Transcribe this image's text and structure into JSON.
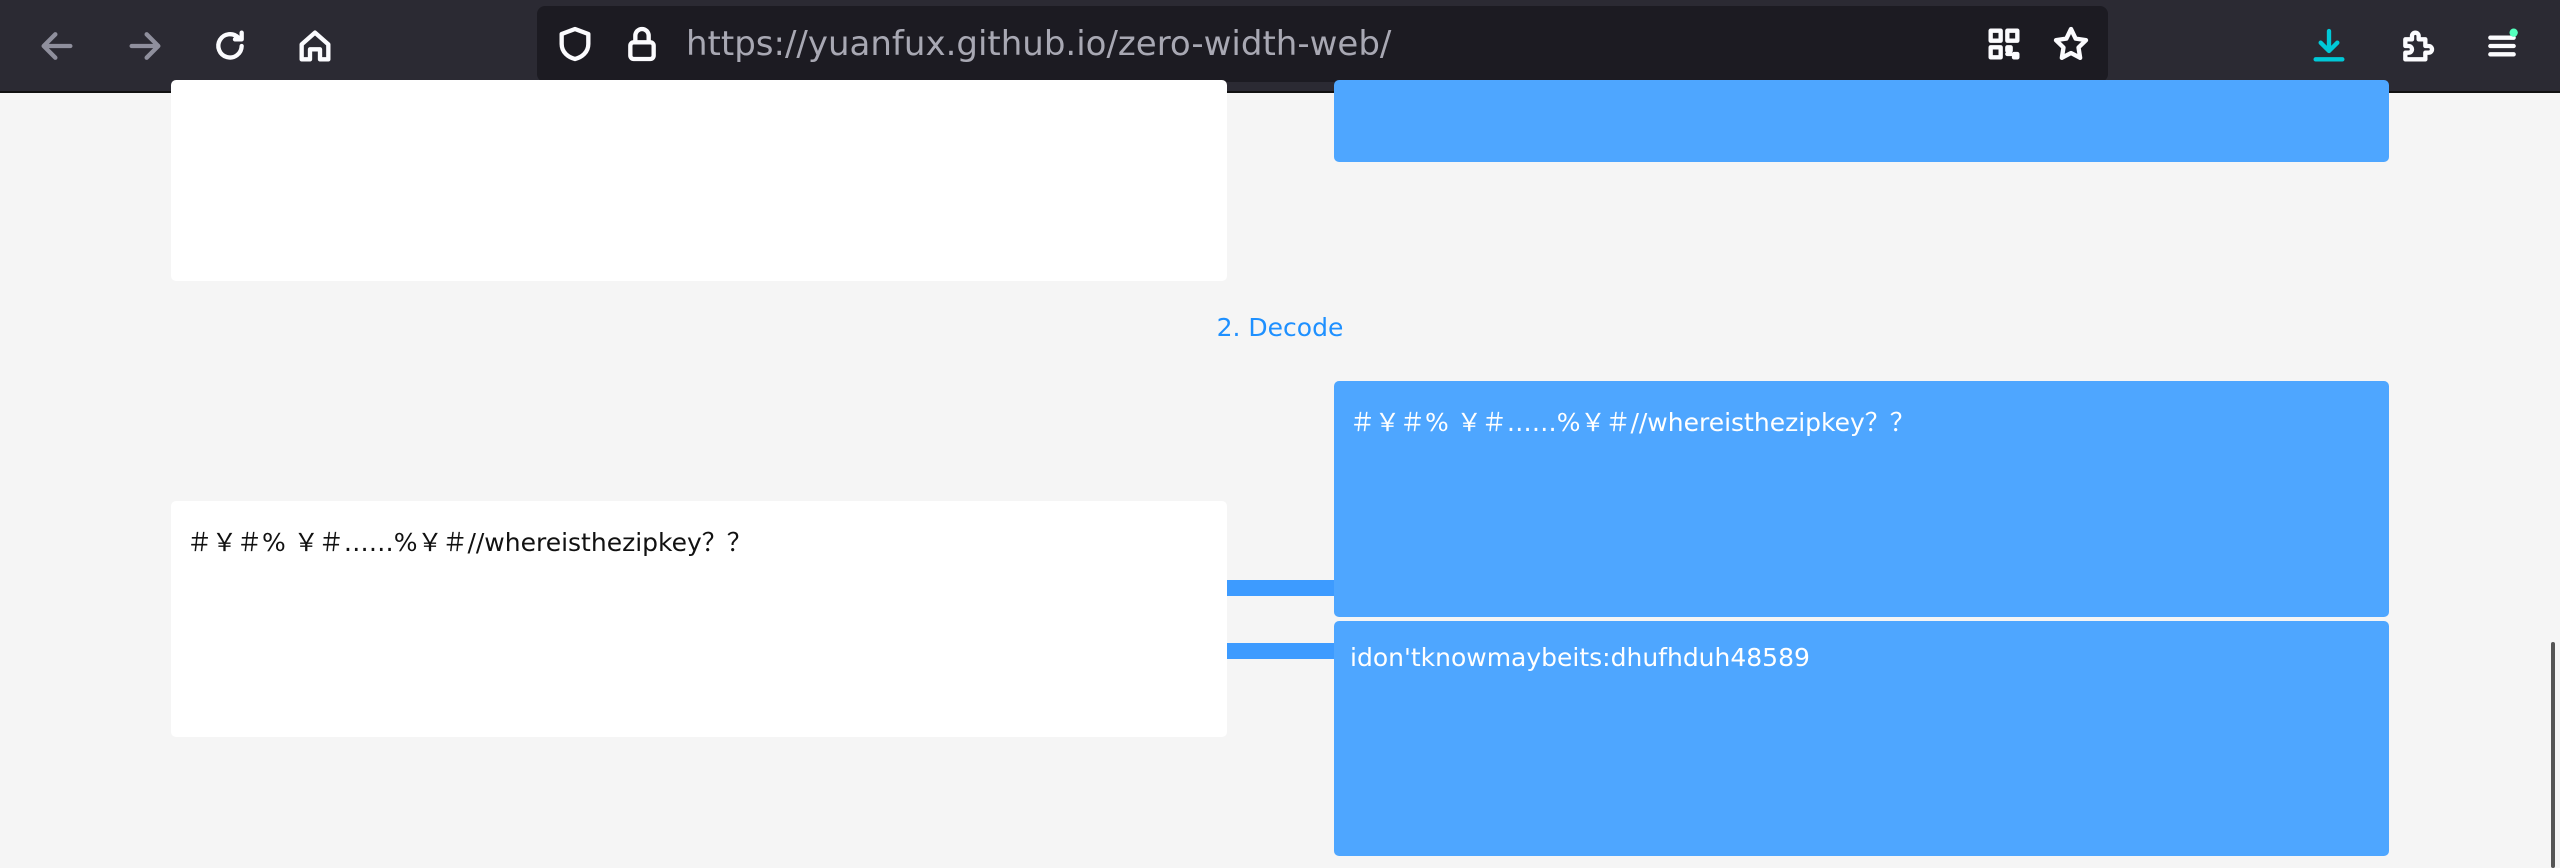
{
  "browser": {
    "url_host": "https://yuanfux.github.io",
    "url_path": "/zero-width-web/",
    "accent": "#00c8d7"
  },
  "section": {
    "title": "2. Decode"
  },
  "decode": {
    "input_text": "＃￥＃%  ￥＃……%￥＃//whereisthezipkey？？",
    "output_visible": "＃￥＃%  ￥＃……%￥＃//whereisthezipkey？？",
    "output_hidden": "idon'tknowmaybeits:dhufhduh48589"
  },
  "colors": {
    "panel_blue": "#4ea6ff",
    "link_blue": "#1e90ff"
  }
}
